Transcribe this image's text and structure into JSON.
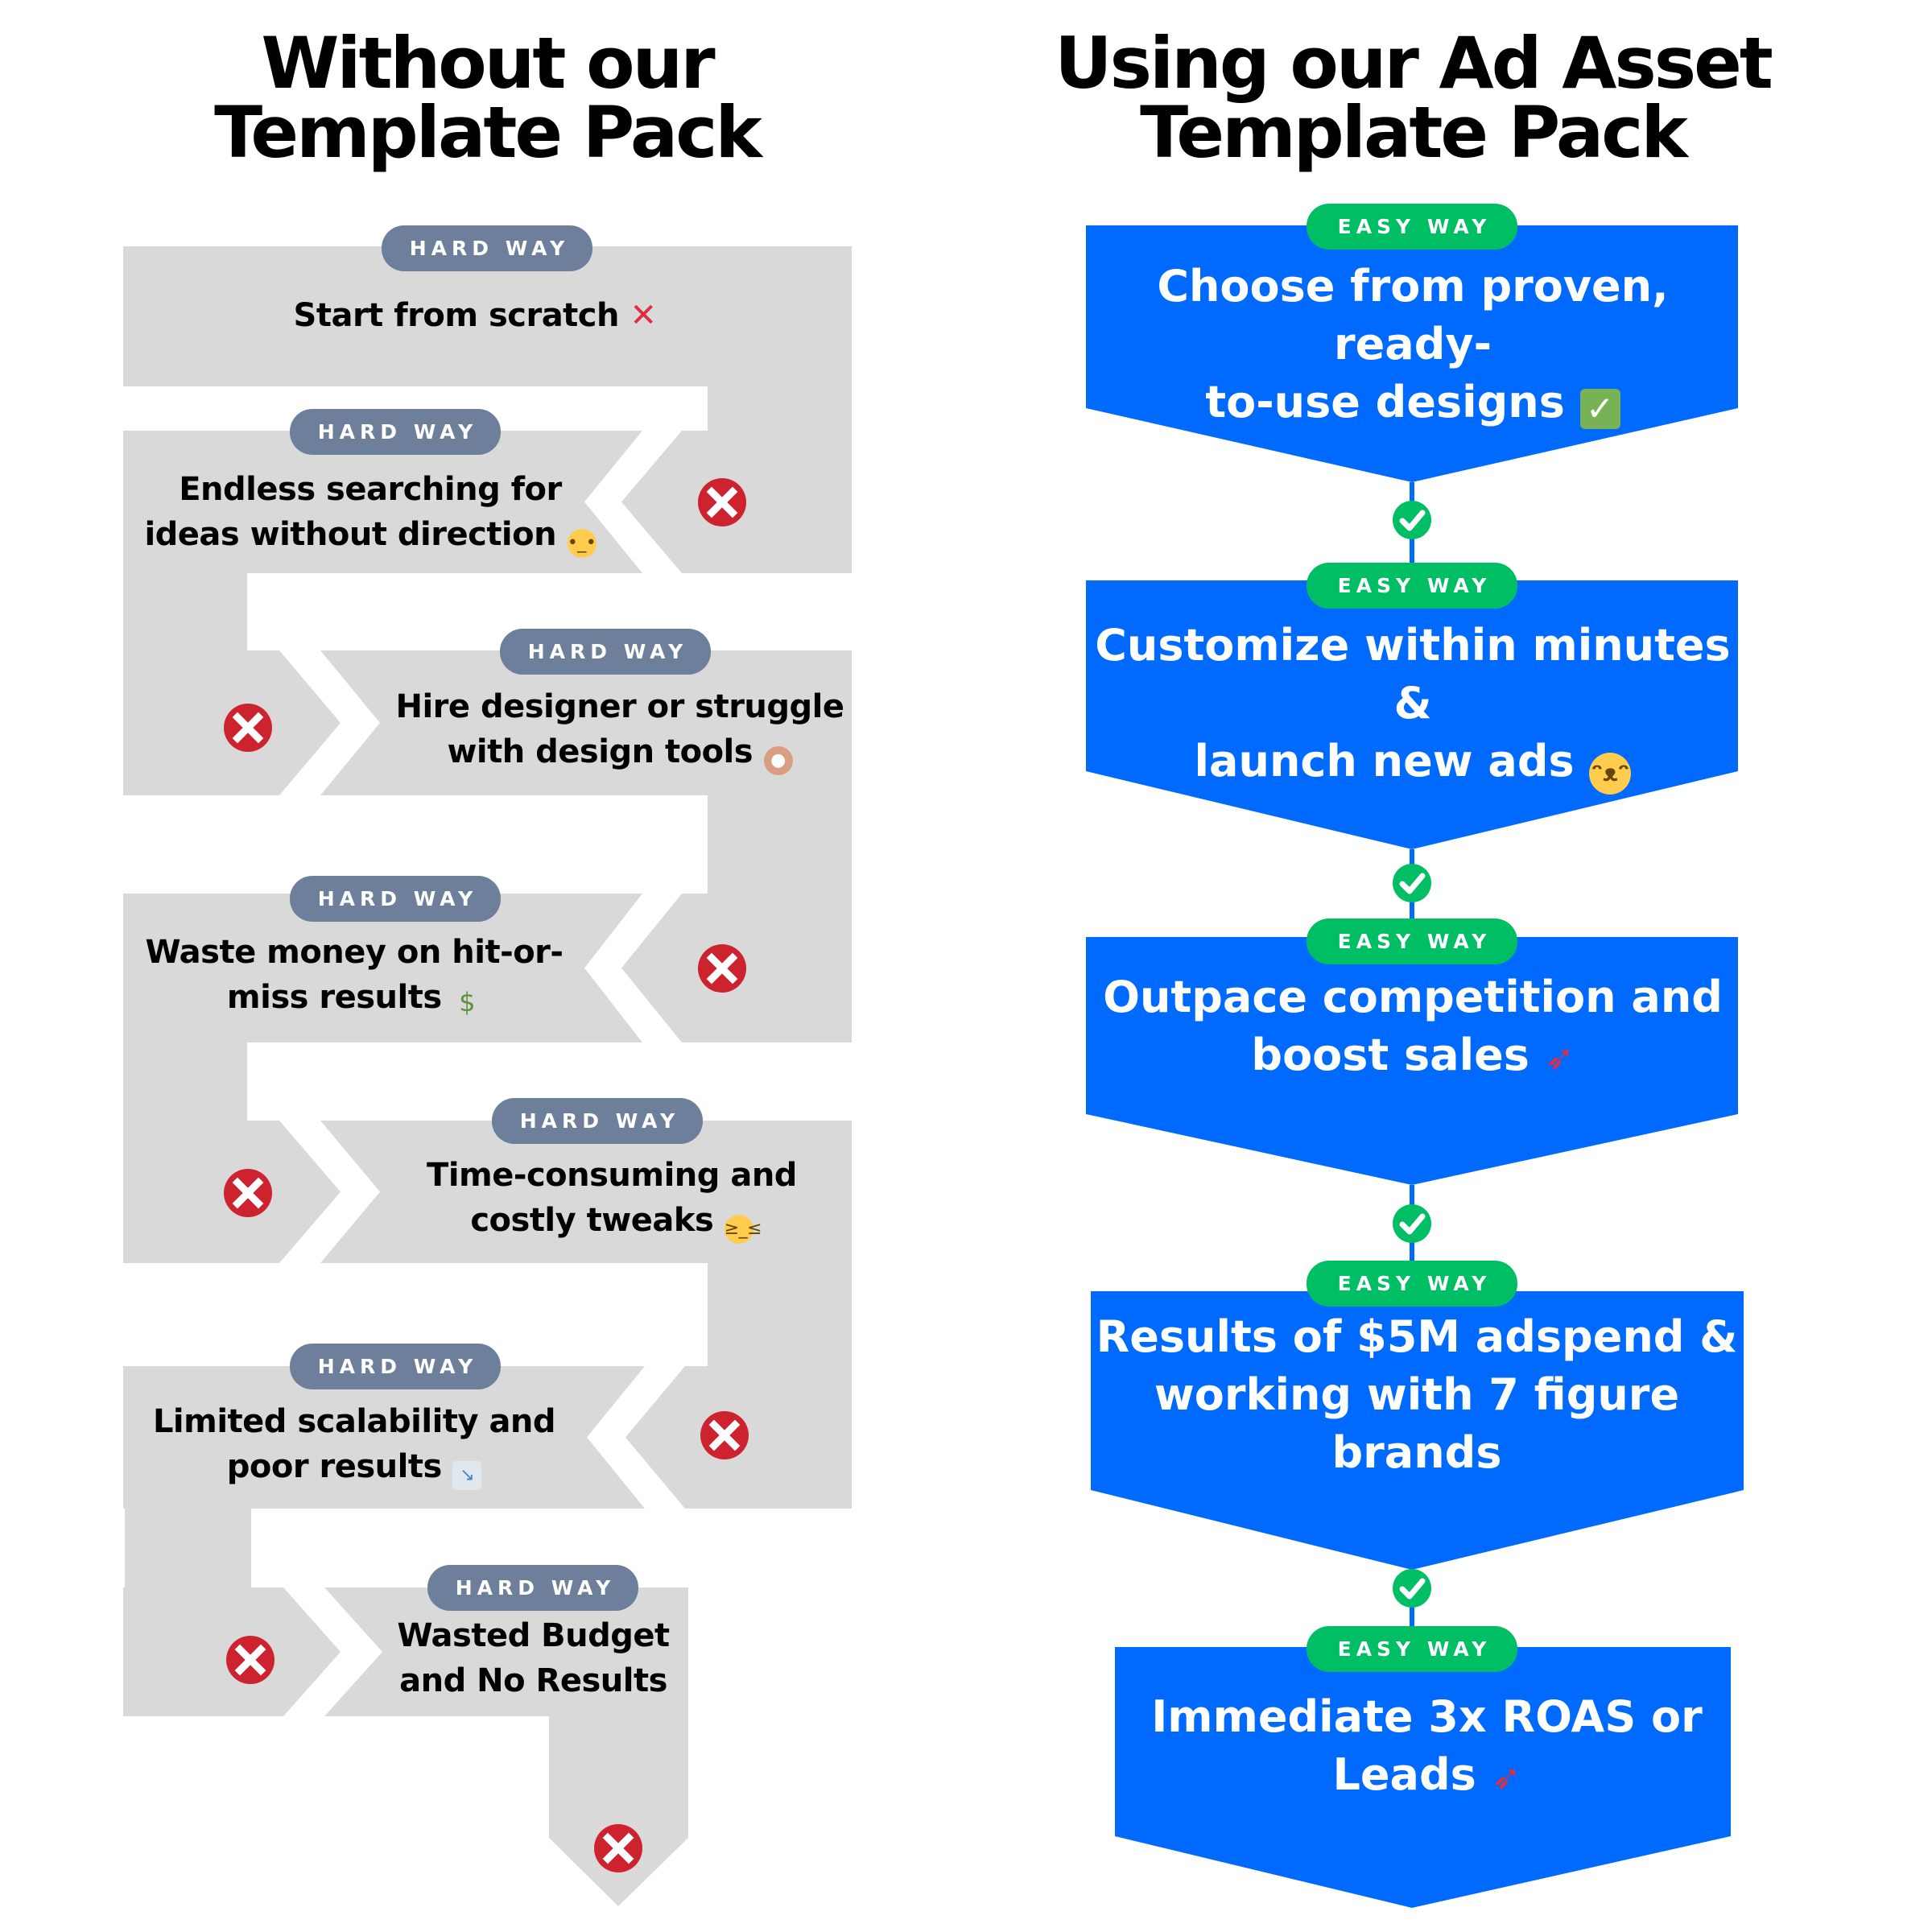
{
  "left_column": {
    "title_line1": "Without our",
    "title_line2": "Template Pack",
    "steps": [
      {
        "badge": "HARD WAY",
        "line1": "Start from scratch",
        "line2": "",
        "emoji": "❌",
        "emoji_name": "cross-mark-icon"
      },
      {
        "badge": "HARD WAY",
        "line1": "Endless searching for",
        "line2": "ideas without direction",
        "emoji": "🤨",
        "emoji_name": "raised-eyebrow-face-icon"
      },
      {
        "badge": "HARD WAY",
        "line1": "Hire designer or struggle",
        "line2": "with design tools",
        "emoji": "🎨",
        "emoji_name": "artist-palette-icon"
      },
      {
        "badge": "HARD WAY",
        "line1": "Waste money on hit-or-",
        "line2": "miss results",
        "emoji": "💸",
        "emoji_name": "money-with-wings-icon"
      },
      {
        "badge": "HARD WAY",
        "line1": "Time-consuming and",
        "line2": "costly tweaks",
        "emoji": "😤",
        "emoji_name": "huffing-face-icon"
      },
      {
        "badge": "HARD WAY",
        "line1": "Limited scalability and",
        "line2": "poor results",
        "emoji": "📉",
        "emoji_name": "chart-decreasing-icon"
      },
      {
        "badge": "HARD WAY",
        "line1": "Wasted Budget",
        "line2": "and No Results",
        "emoji": "",
        "emoji_name": ""
      }
    ],
    "x_marker_count": 7
  },
  "right_column": {
    "title_line1": "Using our Ad Asset",
    "title_line2": "Template Pack",
    "steps": [
      {
        "badge": "EASY WAY",
        "lines": [
          "Choose from proven, ready-",
          "to-use designs"
        ],
        "emoji": "✅",
        "emoji_name": "check-box-icon"
      },
      {
        "badge": "EASY WAY",
        "lines": [
          "Customize within minutes &",
          "launch new ads"
        ],
        "emoji": "😃",
        "emoji_name": "smiley-face-icon"
      },
      {
        "badge": "EASY WAY",
        "lines": [
          "Outpace competition and",
          "boost sales"
        ],
        "emoji": "🚀",
        "emoji_name": "rocket-icon"
      },
      {
        "badge": "EASY WAY",
        "lines": [
          "Results of $5M adspend &",
          "working with 7 figure",
          "brands"
        ],
        "emoji": "",
        "emoji_name": ""
      },
      {
        "badge": "EASY WAY",
        "lines": [
          "Immediate 3x ROAS or",
          "Leads"
        ],
        "emoji": "🚀",
        "emoji_name": "rocket-icon"
      }
    ],
    "check_marker_count": 4
  },
  "colors": {
    "hard_band": "#d9d9d9",
    "hard_badge": "#6d7f9b",
    "x_marker": "#cc232f",
    "easy_box": "#006aff",
    "easy_badge": "#00be63",
    "check_marker": "#00be63"
  }
}
